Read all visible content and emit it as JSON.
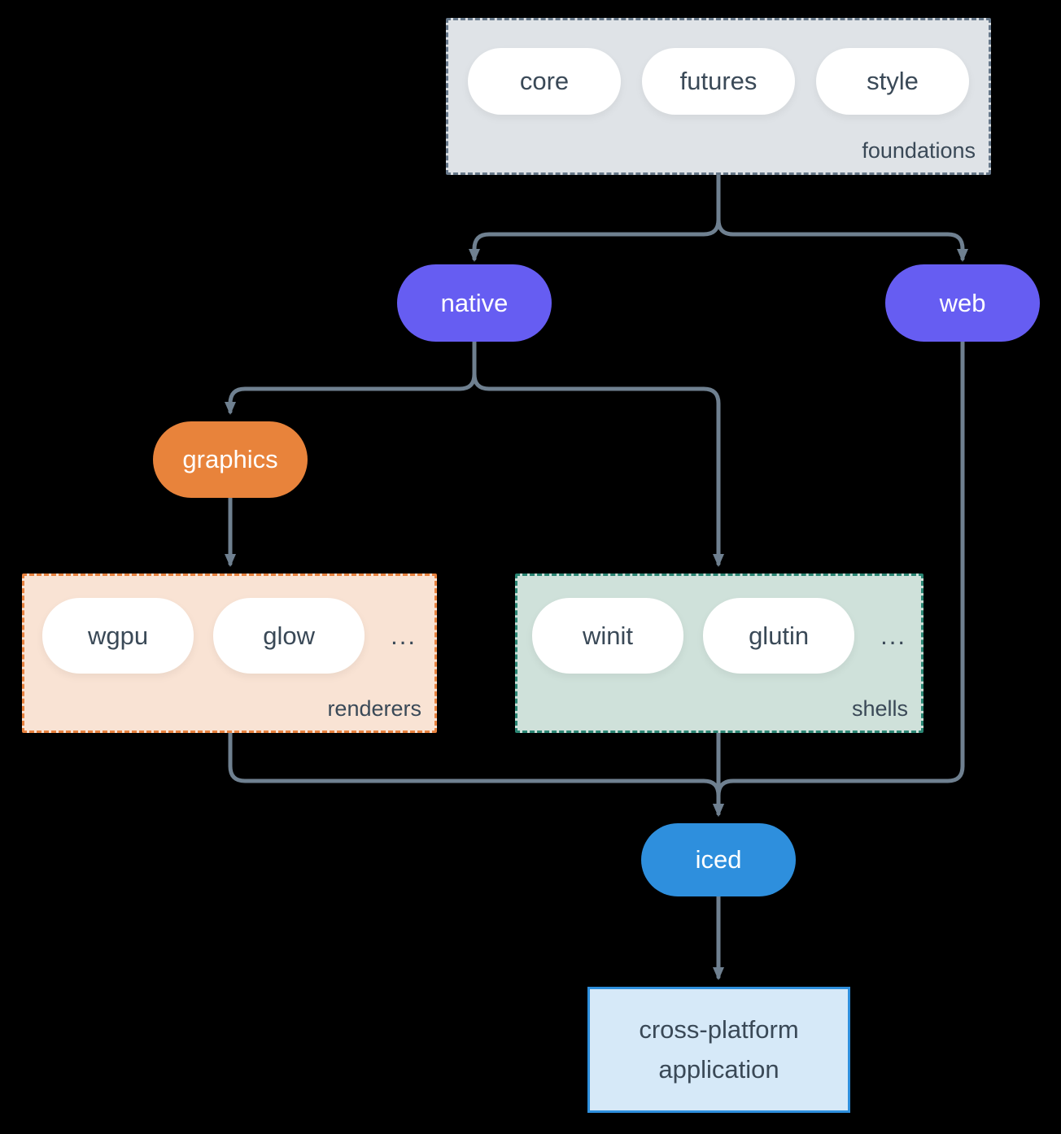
{
  "colors": {
    "background": "#000000",
    "connector": "#6f8090",
    "node_text_dark": "#3a4957",
    "node_text_light": "#ffffff",
    "pill_white": "#ffffff",
    "purple": "#665df2",
    "orange": "#e8833b",
    "blue": "#2e8fdd",
    "foundations_fill": "#dfe3e7",
    "foundations_border": "#67788a",
    "renderers_fill": "#f9e3d4",
    "renderers_border": "#e8823f",
    "shells_fill": "#cfe1da",
    "shells_border": "#2a8573",
    "app_fill": "#d6e9f8",
    "app_border": "#2e8fdd"
  },
  "groups": {
    "foundations": {
      "label": "foundations",
      "items": [
        "core",
        "futures",
        "style"
      ]
    },
    "renderers": {
      "label": "renderers",
      "items": [
        "wgpu",
        "glow"
      ],
      "more": "..."
    },
    "shells": {
      "label": "shells",
      "items": [
        "winit",
        "glutin"
      ],
      "more": "..."
    }
  },
  "nodes": {
    "native": "native",
    "web": "web",
    "graphics": "graphics",
    "iced": "iced",
    "app": "cross-platform application"
  }
}
